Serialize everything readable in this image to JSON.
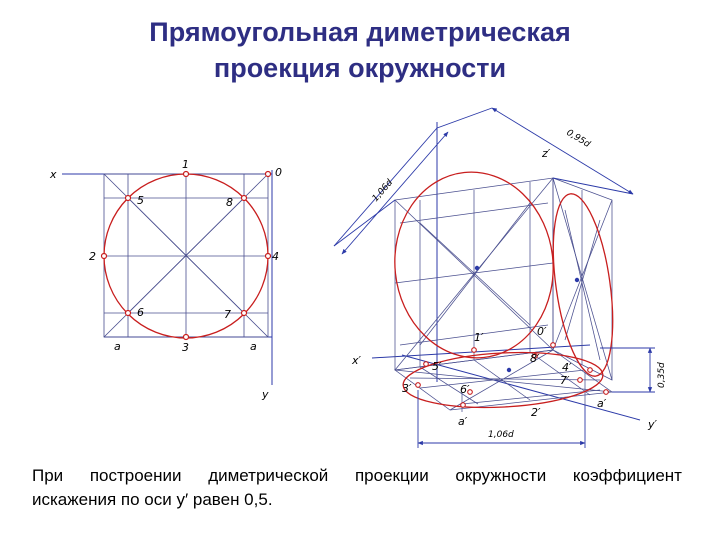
{
  "title": {
    "line1": "Прямоугольная диметрическая",
    "line2": "проекция окружности"
  },
  "caption": {
    "words": [
      "При",
      "построении",
      "диметрической",
      "проекции",
      "окружности",
      "коэффициент"
    ],
    "line2": "искажения по оси y′ равен 0,5."
  },
  "left_view": {
    "axis_x": "x",
    "axis_y": "y",
    "origin": "0",
    "points": {
      "p1": "1",
      "p2": "2",
      "p3": "3",
      "p4": "4",
      "p5": "5",
      "p6": "6",
      "p7": "7",
      "p8": "8"
    },
    "a_left": "a",
    "a_right": "a"
  },
  "right_view": {
    "axis_z": "z′",
    "axis_x": "x′",
    "axis_y": "y′",
    "origin": "0′",
    "points": {
      "p1": "1′",
      "p2": "2′",
      "p3": "3′",
      "p4": "4′",
      "p5": "5′",
      "p6": "6′",
      "p7": "7′",
      "p8": "8′"
    },
    "a_left": "a′",
    "a_right": "a′",
    "dim_106d_top": "1,06d",
    "dim_095d": "0,95d",
    "dim_035d": "0,35d",
    "dim_106d_bottom": "1,06d"
  },
  "colors": {
    "title": "#2e2e83",
    "axis_line": "#2c3aa8",
    "construction": "#4a4f8f",
    "circle": "#c81e1e",
    "point": "#c81e1e"
  }
}
